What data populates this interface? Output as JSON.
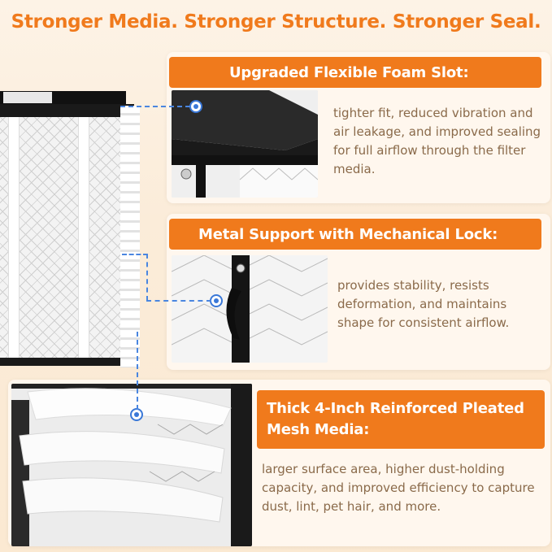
{
  "headline": "Stronger Media. Stronger Structure. Stronger Seal.",
  "features": [
    {
      "title": "Upgraded Flexible Foam Slot:",
      "description": "tighter fit, reduced vibration and air leakage, and improved sealing for full airflow through the filter media."
    },
    {
      "title": "Metal Support with Mechanical Lock:",
      "description": "provides stability, resists deformation, and maintains shape for consistent airflow."
    },
    {
      "title": "Thick 4-Inch Reinforced Pleated Mesh Media:",
      "description": "larger surface area, higher dust-holding capacity, and improved efficiency to capture dust, lint, pet hair, and more."
    }
  ],
  "colors": {
    "accent": "#f07a1c",
    "text": "#8a6a4a",
    "callout": "#3a78d8"
  }
}
